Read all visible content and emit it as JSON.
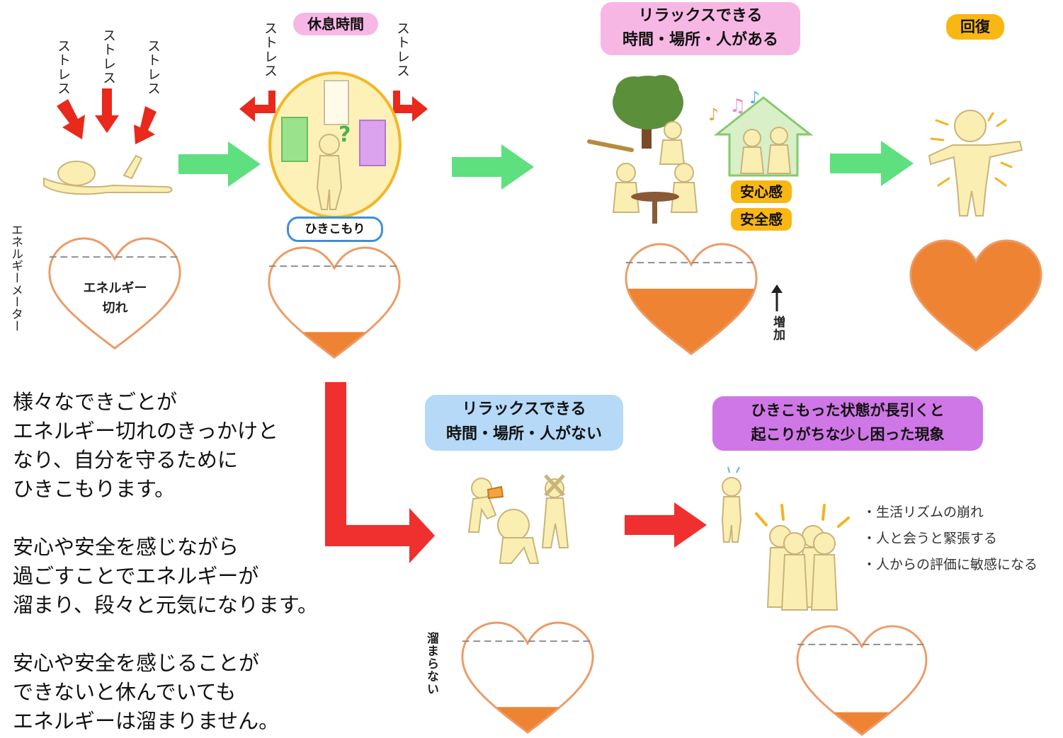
{
  "stress_label": "ストレス",
  "energy_meter_label": "エネルギーメーター",
  "stage1": {
    "heart_text_line1": "エネルギー",
    "heart_text_line2": "切れ"
  },
  "stage2": {
    "top_badge": "休息時間",
    "bottom_badge": "ひきこもり"
  },
  "stage3": {
    "badge_line1": "リラックスできる",
    "badge_line2": "時間・場所・人がある",
    "feeling1": "安心感",
    "feeling2": "安全感",
    "increase_label": "増加"
  },
  "stage4": {
    "badge": "回復"
  },
  "stage5": {
    "badge_line1": "リラックスできる",
    "badge_line2": "時間・場所・人がない",
    "not_accumulate_label": "溜まらない"
  },
  "stage6": {
    "badge_line1": "ひきこもった状態が長引くと",
    "badge_line2": "起こりがちな少し困った現象",
    "issues": [
      "・生活リズムの崩れ",
      "・人と会うと緊張する",
      "・人からの評価に敏感になる"
    ]
  },
  "explanation": {
    "para1": "様々なできごとが\nエネルギー切れのきっかけと\nなり、自分を守るために\nひきこもります。",
    "para2": "安心や安全を感じながら\n過ごすことでエネルギーが\n溜まり、段々と元気になります。",
    "para3": "安心や安全を感じることが\nできないと休んでいても\nエネルギーは溜まりません。"
  },
  "energy_levels": {
    "stage1": 0,
    "stage2": 0.25,
    "stage3": 0.65,
    "stage4": 1.0,
    "stage5": 0.25,
    "stage6": 0.2
  },
  "colors": {
    "heart_fill": "#ee8433",
    "heart_stroke": "#ec9a66",
    "green_arrow": "#5ee07f",
    "red_arrow": "#f0302f",
    "stress_arrow": "#e8291c",
    "pink_badge": "#f7b7e4",
    "orange_badge": "#f9b713",
    "blue_badge": "#b5d9f7",
    "purple_badge": "#cf77e6",
    "figure": "#fbeeb2"
  }
}
